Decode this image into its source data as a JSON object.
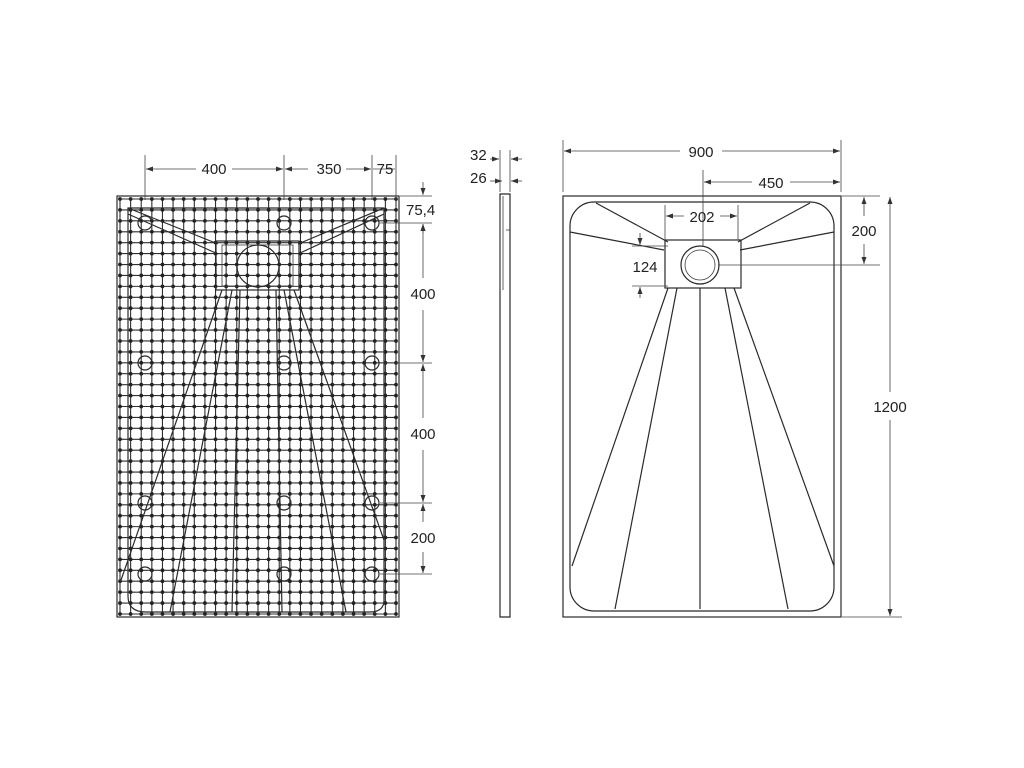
{
  "bottom_view": {
    "dim_400_top": "400",
    "dim_350": "350",
    "dim_75": "75",
    "dim_75_4": "75,4",
    "dim_400_a": "400",
    "dim_400_b": "400",
    "dim_200": "200"
  },
  "side_view": {
    "dim_32": "32",
    "dim_26": "26"
  },
  "top_view": {
    "dim_900": "900",
    "dim_450": "450",
    "dim_202": "202",
    "dim_200": "200",
    "dim_124": "124",
    "dim_1200": "1200"
  }
}
